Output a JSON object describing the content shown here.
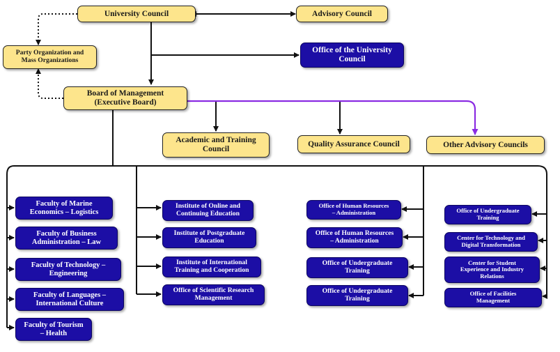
{
  "nodes": {
    "university_council": "University Council",
    "advisory_council": "Advisory Council",
    "party_org": "Party Organization and\nMass Organizations",
    "office_univ_council": "Office of the University\nCouncil",
    "board": "Board of Management\n(Executive Board)",
    "academic_council": "Academic and Training\nCouncil",
    "quality_council": "Quality Assurance Council",
    "other_councils": "Other Advisory Councils",
    "fac_marine": "Faculty of Marine\nEconomics – Logistics",
    "fac_business": "Faculty of Business\nAdministration – Law",
    "fac_tech": "Faculty of Technology –\nEngineering",
    "fac_lang": "Faculty of Languages –\nInternational Culture",
    "fac_tourism": "Faculty of Tourism\n– Health",
    "inst_online": "Institute of Online and\nContinuing Education",
    "inst_postgrad": "Institute of Postgraduate\nEducation",
    "inst_intl": "Institute of International\nTraining and Cooperation",
    "office_research": "Office of Scientific Research\nManagement",
    "hr_1": "Office of Human Resources\n– Administration",
    "hr_2": "Office of Human Resources\n– Administration",
    "ug_1": "Office of Undergraduate\nTraining",
    "ug_2": "Office of Undergraduate\nTraining",
    "ug_3": "Office of Undergraduate\nTraining",
    "center_tech": "Center for Technology and\nDigital Transformation",
    "center_student": "Center for Student\nExperience and Industry\nRelations",
    "office_facilities": "Office of Facilities\nManagement"
  },
  "colors": {
    "yellow_fill": "#fde58c",
    "blue_fill": "#1c0ea5",
    "connector_black": "#111111",
    "connector_purple": "#8a2be2"
  }
}
